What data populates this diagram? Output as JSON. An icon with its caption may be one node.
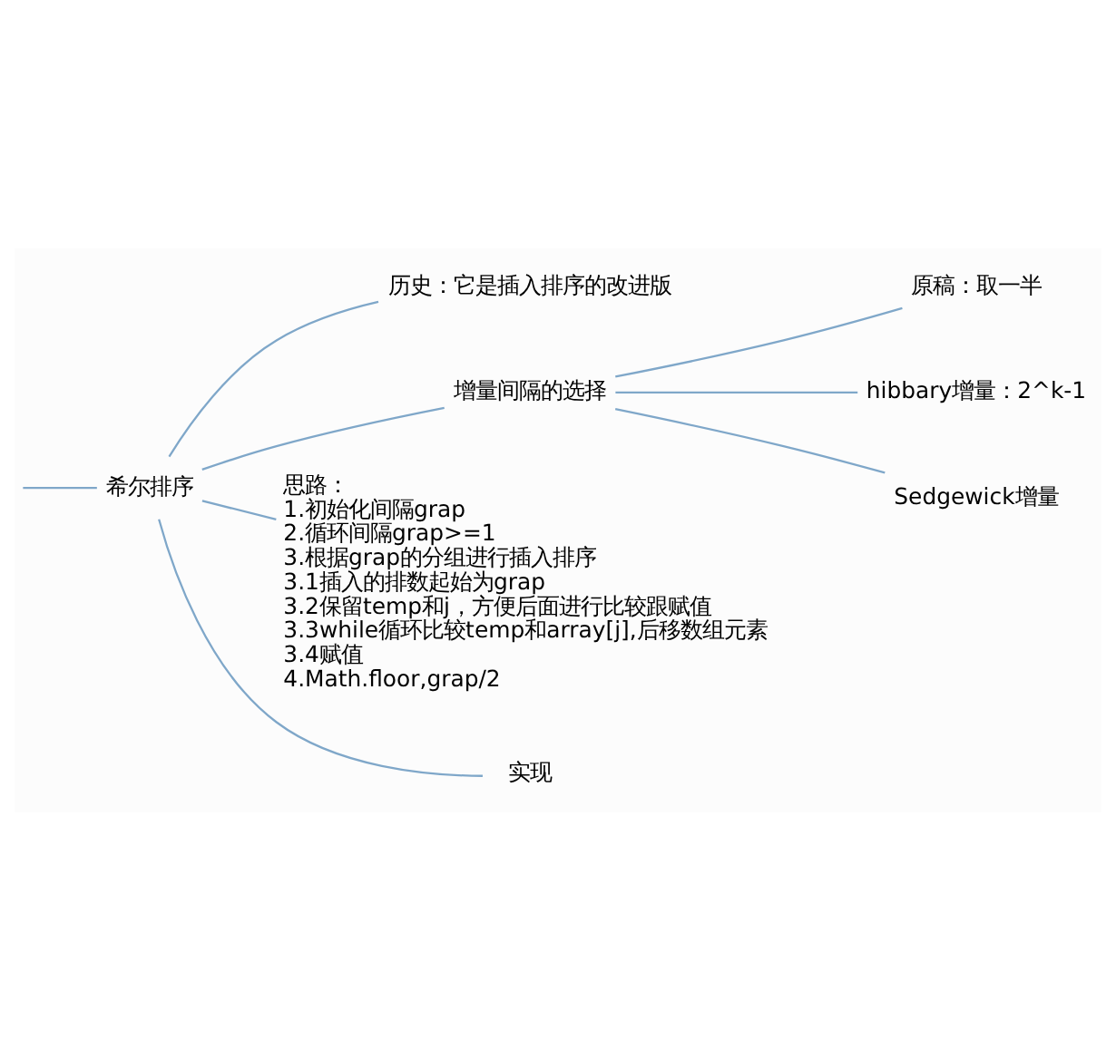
{
  "diagram": {
    "nodes": [
      {
        "text": [
          "希尔排序"
        ]
      },
      {
        "text": [
          "历史：它是插入排序的改进版"
        ]
      },
      {
        "text": [
          "增量间隔的选择"
        ]
      },
      {
        "text": [
          "原稿：取一半"
        ]
      },
      {
        "text": [
          "hibbary增量：2^k-1"
        ]
      },
      {
        "text": [
          "Sedgewick增量"
        ]
      },
      {
        "text": [
          "思路：",
          "1.初始化间隔grap",
          "2.循环间隔grap>=1",
          "3.根据grap的分组进行插入排序",
          "3.1插入的排数起始为grap",
          "3.2保留temp和j，方便后面进行比较跟赋值",
          "3.3while循环比较temp和array[j],后移数组元素",
          "3.4赋值",
          "4.Math.floor,grap/2"
        ]
      },
      {
        "text": [
          "实现"
        ]
      }
    ],
    "edges": [
      {
        "from": null,
        "to": 0,
        "arrow": "none"
      },
      {
        "from": 0,
        "to": 1,
        "arrow": "none"
      },
      {
        "from": 0,
        "to": 2,
        "arrow": "none"
      },
      {
        "from": 2,
        "to": 3,
        "arrow": "none"
      },
      {
        "from": 2,
        "to": 4,
        "arrow": "none"
      },
      {
        "from": 2,
        "to": 5,
        "arrow": "none"
      },
      {
        "from": 0,
        "to": 6,
        "arrow": "none"
      },
      {
        "from": 0,
        "to": 7,
        "arrow": "none"
      }
    ]
  }
}
